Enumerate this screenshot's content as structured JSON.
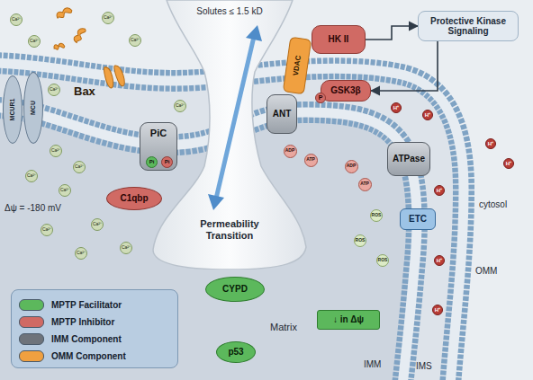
{
  "diagram": {
    "nodes": [
      {
        "text": [
          "Solutes ≤ 1.5 kD",
          "Permeability Transition"
        ]
      },
      {
        "text": [
          "Protective Kinase Signaling"
        ]
      },
      {
        "text": [
          "HK II"
        ]
      },
      {
        "text": [
          "VDAC"
        ]
      },
      {
        "text": [
          "GSK3β"
        ]
      },
      {
        "text": [
          "P"
        ]
      },
      {
        "text": [
          "MCUR1"
        ]
      },
      {
        "text": [
          "MCU"
        ]
      },
      {
        "text": [
          "PiC"
        ]
      },
      {
        "text": [
          "Pi"
        ],
        "in": 8
      },
      {
        "text": [
          "Pi"
        ],
        "in": 8
      },
      {
        "text": [
          "ANT"
        ]
      },
      {
        "text": [
          "ATPase"
        ]
      },
      {
        "text": [
          "ETC"
        ]
      },
      {
        "text": [
          "C1qbp"
        ]
      },
      {
        "text": [
          "CYPD"
        ]
      },
      {
        "text": [
          "↓ in Δψ"
        ]
      },
      {
        "text": [
          "p53"
        ]
      },
      {
        "text": [
          "Ca²⁺"
        ]
      },
      {
        "text": [
          "Ca²⁺"
        ]
      },
      {
        "text": [
          "Ca²⁺"
        ]
      },
      {
        "text": [
          "Ca²⁺"
        ]
      },
      {
        "text": [
          "Ca²⁺"
        ]
      },
      {
        "text": [
          "Ca²⁺"
        ]
      },
      {
        "text": [
          "Ca²⁺"
        ]
      },
      {
        "text": [
          "Ca²⁺"
        ]
      },
      {
        "text": [
          "Ca²⁺"
        ]
      },
      {
        "text": [
          "Ca²⁺"
        ]
      },
      {
        "text": [
          "Ca²⁺"
        ]
      },
      {
        "text": [
          "Ca²⁺"
        ]
      },
      {
        "text": [
          "Ca²⁺"
        ]
      },
      {
        "text": [
          "Ca²⁺"
        ]
      },
      {
        "text": [
          "H⁺"
        ]
      },
      {
        "text": [
          "H⁺"
        ]
      },
      {
        "text": [
          "H⁺"
        ]
      },
      {
        "text": [
          "H⁺"
        ]
      },
      {
        "text": [
          "H⁺"
        ]
      },
      {
        "text": [
          "H⁺"
        ]
      },
      {
        "text": [
          "H⁺"
        ]
      },
      {
        "text": [
          "ADP"
        ]
      },
      {
        "text": [
          "ATP"
        ]
      },
      {
        "text": [
          "ADP"
        ]
      },
      {
        "text": [
          "ATP"
        ]
      },
      {
        "text": [
          "ROS"
        ]
      },
      {
        "text": [
          "ROS"
        ]
      },
      {
        "text": [
          "ROS"
        ]
      }
    ],
    "edges": [
      {
        "from": 2,
        "to": 1,
        "arrow": "to"
      },
      {
        "from": 1,
        "to": 4,
        "arrow": "to"
      }
    ],
    "labels": [
      "Bax",
      "Δψ = -180 mV",
      "cytosol",
      "OMM",
      "Matrix",
      "IMM",
      "IMS"
    ],
    "legend": [
      {
        "text": "MPTP Facilitator",
        "color": "#5cb85c"
      },
      {
        "text": "MPTP Inhibitor",
        "color": "#d06a64"
      },
      {
        "text": "IMM Component",
        "color": "#6e737a"
      },
      {
        "text": "OMM Component",
        "color": "#f0a040"
      }
    ]
  }
}
